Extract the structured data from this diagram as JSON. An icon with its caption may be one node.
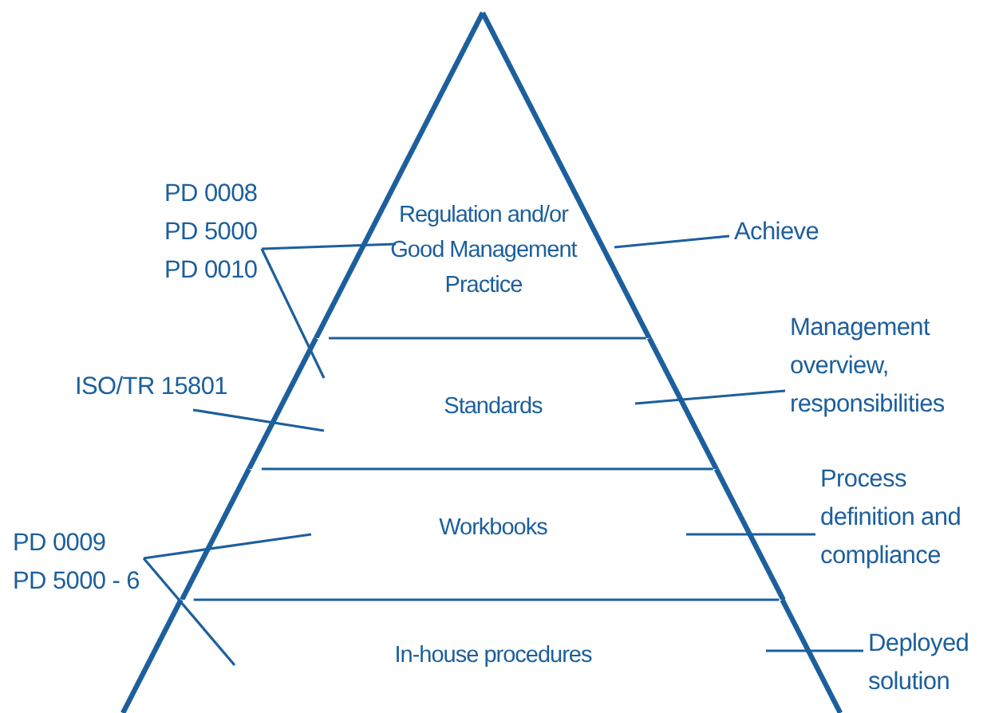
{
  "diagram": {
    "nodes": [
      {
        "text": [
          "Regulation and/or Good Management Practice"
        ]
      },
      {
        "text": [
          "Standards"
        ]
      },
      {
        "text": [
          "Workbooks"
        ]
      },
      {
        "text": [
          "In-house procedures"
        ]
      },
      {
        "text": [
          "PD 0008 PD 5000 PD 0010"
        ]
      },
      {
        "text": [
          "ISO/TR 15801"
        ]
      },
      {
        "text": [
          "PD 0009",
          "PD 5000 - 6"
        ]
      },
      {
        "text": [
          "Achieve"
        ]
      },
      {
        "text": [
          "Management overview, responsibilities"
        ]
      },
      {
        "text": [
          "Process definition and compliance"
        ]
      },
      {
        "text": [
          "Deployed solution"
        ]
      }
    ],
    "edges": [
      {
        "from": 4,
        "to": 0,
        "arrow": "none"
      },
      {
        "from": 4,
        "to": 1,
        "arrow": "none"
      },
      {
        "from": 5,
        "to": 1,
        "arrow": "none"
      },
      {
        "from": 6,
        "to": 2,
        "arrow": "none"
      },
      {
        "from": 6,
        "to": 3,
        "arrow": "none"
      },
      {
        "from": 7,
        "to": 0,
        "arrow": "none"
      },
      {
        "from": 8,
        "to": 1,
        "arrow": "none"
      },
      {
        "from": 9,
        "to": 2,
        "arrow": "none"
      },
      {
        "from": 10,
        "to": 3,
        "arrow": "none"
      }
    ]
  }
}
